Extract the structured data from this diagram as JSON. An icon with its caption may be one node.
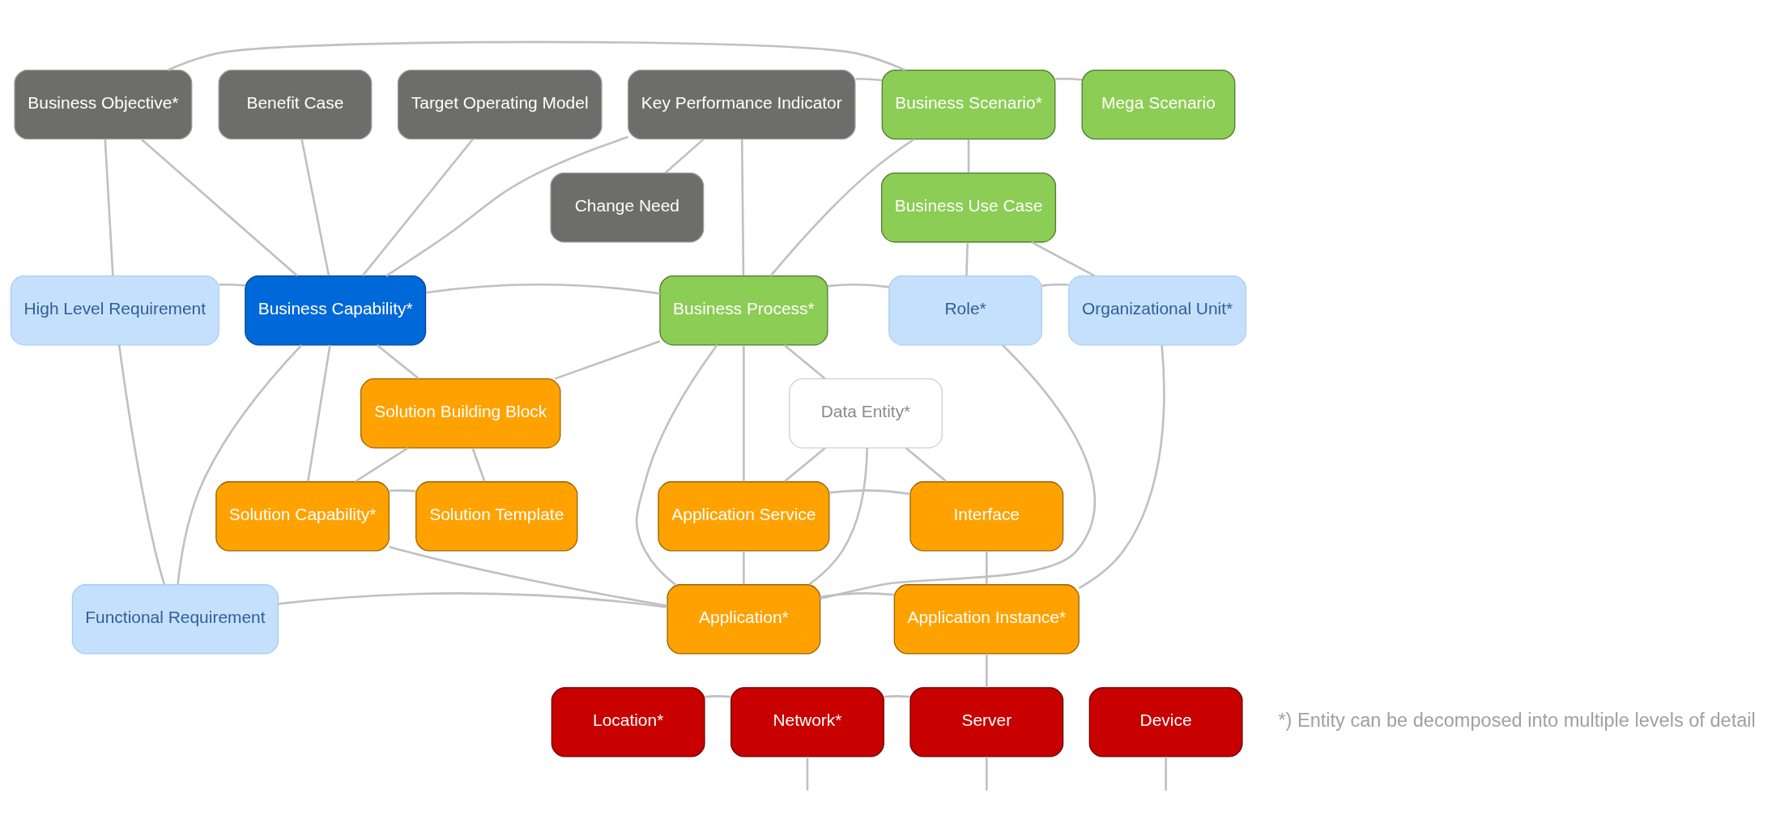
{
  "diagram": {
    "nodes": [
      {
        "text": [
          "Target Operating Model"
        ]
      },
      {
        "text": [
          "Benefit Case"
        ]
      },
      {
        "text": [
          "Business Objective*"
        ]
      },
      {
        "text": [
          "Key Performance Indicator"
        ]
      },
      {
        "text": [
          "Business Scenario*"
        ]
      },
      {
        "text": [
          "Mega Scenario"
        ]
      },
      {
        "text": [
          "Business Use Case"
        ]
      },
      {
        "text": [
          "Change Need"
        ]
      },
      {
        "text": [
          "High Level Requirement"
        ]
      },
      {
        "text": [
          "Business Capability*"
        ]
      },
      {
        "text": [
          "Business Process*"
        ]
      },
      {
        "text": [
          "Role*"
        ]
      },
      {
        "text": [
          "Organizational Unit*"
        ]
      },
      {
        "text": [
          "Solution Building Block"
        ]
      },
      {
        "text": [
          "Data Entity*"
        ]
      },
      {
        "text": [
          "Solution Capability*"
        ]
      },
      {
        "text": [
          "Solution Template"
        ]
      },
      {
        "text": [
          "Application Service"
        ]
      },
      {
        "text": [
          "Interface"
        ]
      },
      {
        "text": [
          "Functional Requirement"
        ]
      },
      {
        "text": [
          "Application*"
        ]
      },
      {
        "text": [
          "Application Instance*"
        ]
      },
      {
        "text": [
          "Device"
        ]
      },
      {
        "text": [
          "Location*"
        ]
      },
      {
        "text": [
          "Network*"
        ]
      },
      {
        "text": [
          "Server"
        ]
      }
    ],
    "edges": [
      {
        "from": 0,
        "to": 9,
        "arrow": "none"
      },
      {
        "from": 1,
        "to": 9,
        "arrow": "none"
      },
      {
        "from": 2,
        "to": 9,
        "arrow": "none"
      },
      {
        "from": 3,
        "to": 9,
        "arrow": "none"
      },
      {
        "from": 3,
        "to": 7,
        "arrow": "none"
      },
      {
        "from": 3,
        "to": 10,
        "arrow": "none"
      },
      {
        "from": 3,
        "to": 4,
        "arrow": "none"
      },
      {
        "from": 8,
        "to": 2,
        "arrow": "none"
      },
      {
        "from": 2,
        "to": 4,
        "arrow": "none"
      },
      {
        "from": 4,
        "to": 5,
        "arrow": "none"
      },
      {
        "from": 4,
        "to": 6,
        "arrow": "none"
      },
      {
        "from": 4,
        "to": 10,
        "arrow": "none"
      },
      {
        "from": 8,
        "to": 9,
        "arrow": "none"
      },
      {
        "from": 8,
        "to": 19,
        "arrow": "none"
      },
      {
        "from": 9,
        "to": 10,
        "arrow": "none"
      },
      {
        "from": 9,
        "to": 13,
        "arrow": "none"
      },
      {
        "from": 9,
        "to": 15,
        "arrow": "none"
      },
      {
        "from": 9,
        "to": 19,
        "arrow": "none"
      },
      {
        "from": 10,
        "to": 13,
        "arrow": "none"
      },
      {
        "from": 10,
        "to": 14,
        "arrow": "none"
      },
      {
        "from": 10,
        "to": 17,
        "arrow": "none"
      },
      {
        "from": 10,
        "to": 11,
        "arrow": "none"
      },
      {
        "from": 10,
        "to": 20,
        "arrow": "none"
      },
      {
        "from": 6,
        "to": 11,
        "arrow": "none"
      },
      {
        "from": 6,
        "to": 12,
        "arrow": "none"
      },
      {
        "from": 11,
        "to": 12,
        "arrow": "none"
      },
      {
        "from": 11,
        "to": 20,
        "arrow": "none"
      },
      {
        "from": 12,
        "to": 21,
        "arrow": "none"
      },
      {
        "from": 13,
        "to": 15,
        "arrow": "none"
      },
      {
        "from": 13,
        "to": 16,
        "arrow": "none"
      },
      {
        "from": 15,
        "to": 16,
        "arrow": "none"
      },
      {
        "from": 15,
        "to": 20,
        "arrow": "none"
      },
      {
        "from": 14,
        "to": 17,
        "arrow": "none"
      },
      {
        "from": 14,
        "to": 18,
        "arrow": "none"
      },
      {
        "from": 14,
        "to": 20,
        "arrow": "none"
      },
      {
        "from": 17,
        "to": 18,
        "arrow": "none"
      },
      {
        "from": 17,
        "to": 20,
        "arrow": "none"
      },
      {
        "from": 18,
        "to": 21,
        "arrow": "none"
      },
      {
        "from": 19,
        "to": 20,
        "arrow": "none"
      },
      {
        "from": 20,
        "to": 21,
        "arrow": "none"
      },
      {
        "from": 21,
        "to": 25,
        "arrow": "none"
      },
      {
        "from": 23,
        "to": 24,
        "arrow": "none"
      },
      {
        "from": 24,
        "to": 25,
        "arrow": "none"
      },
      {
        "from": 22,
        "to": null,
        "arrow": "none"
      },
      {
        "from": 24,
        "to": null,
        "arrow": "none"
      },
      {
        "from": 25,
        "to": null,
        "arrow": "none"
      }
    ],
    "labels": [
      "*) Entity can be decomposed into multiple levels of detail"
    ]
  }
}
